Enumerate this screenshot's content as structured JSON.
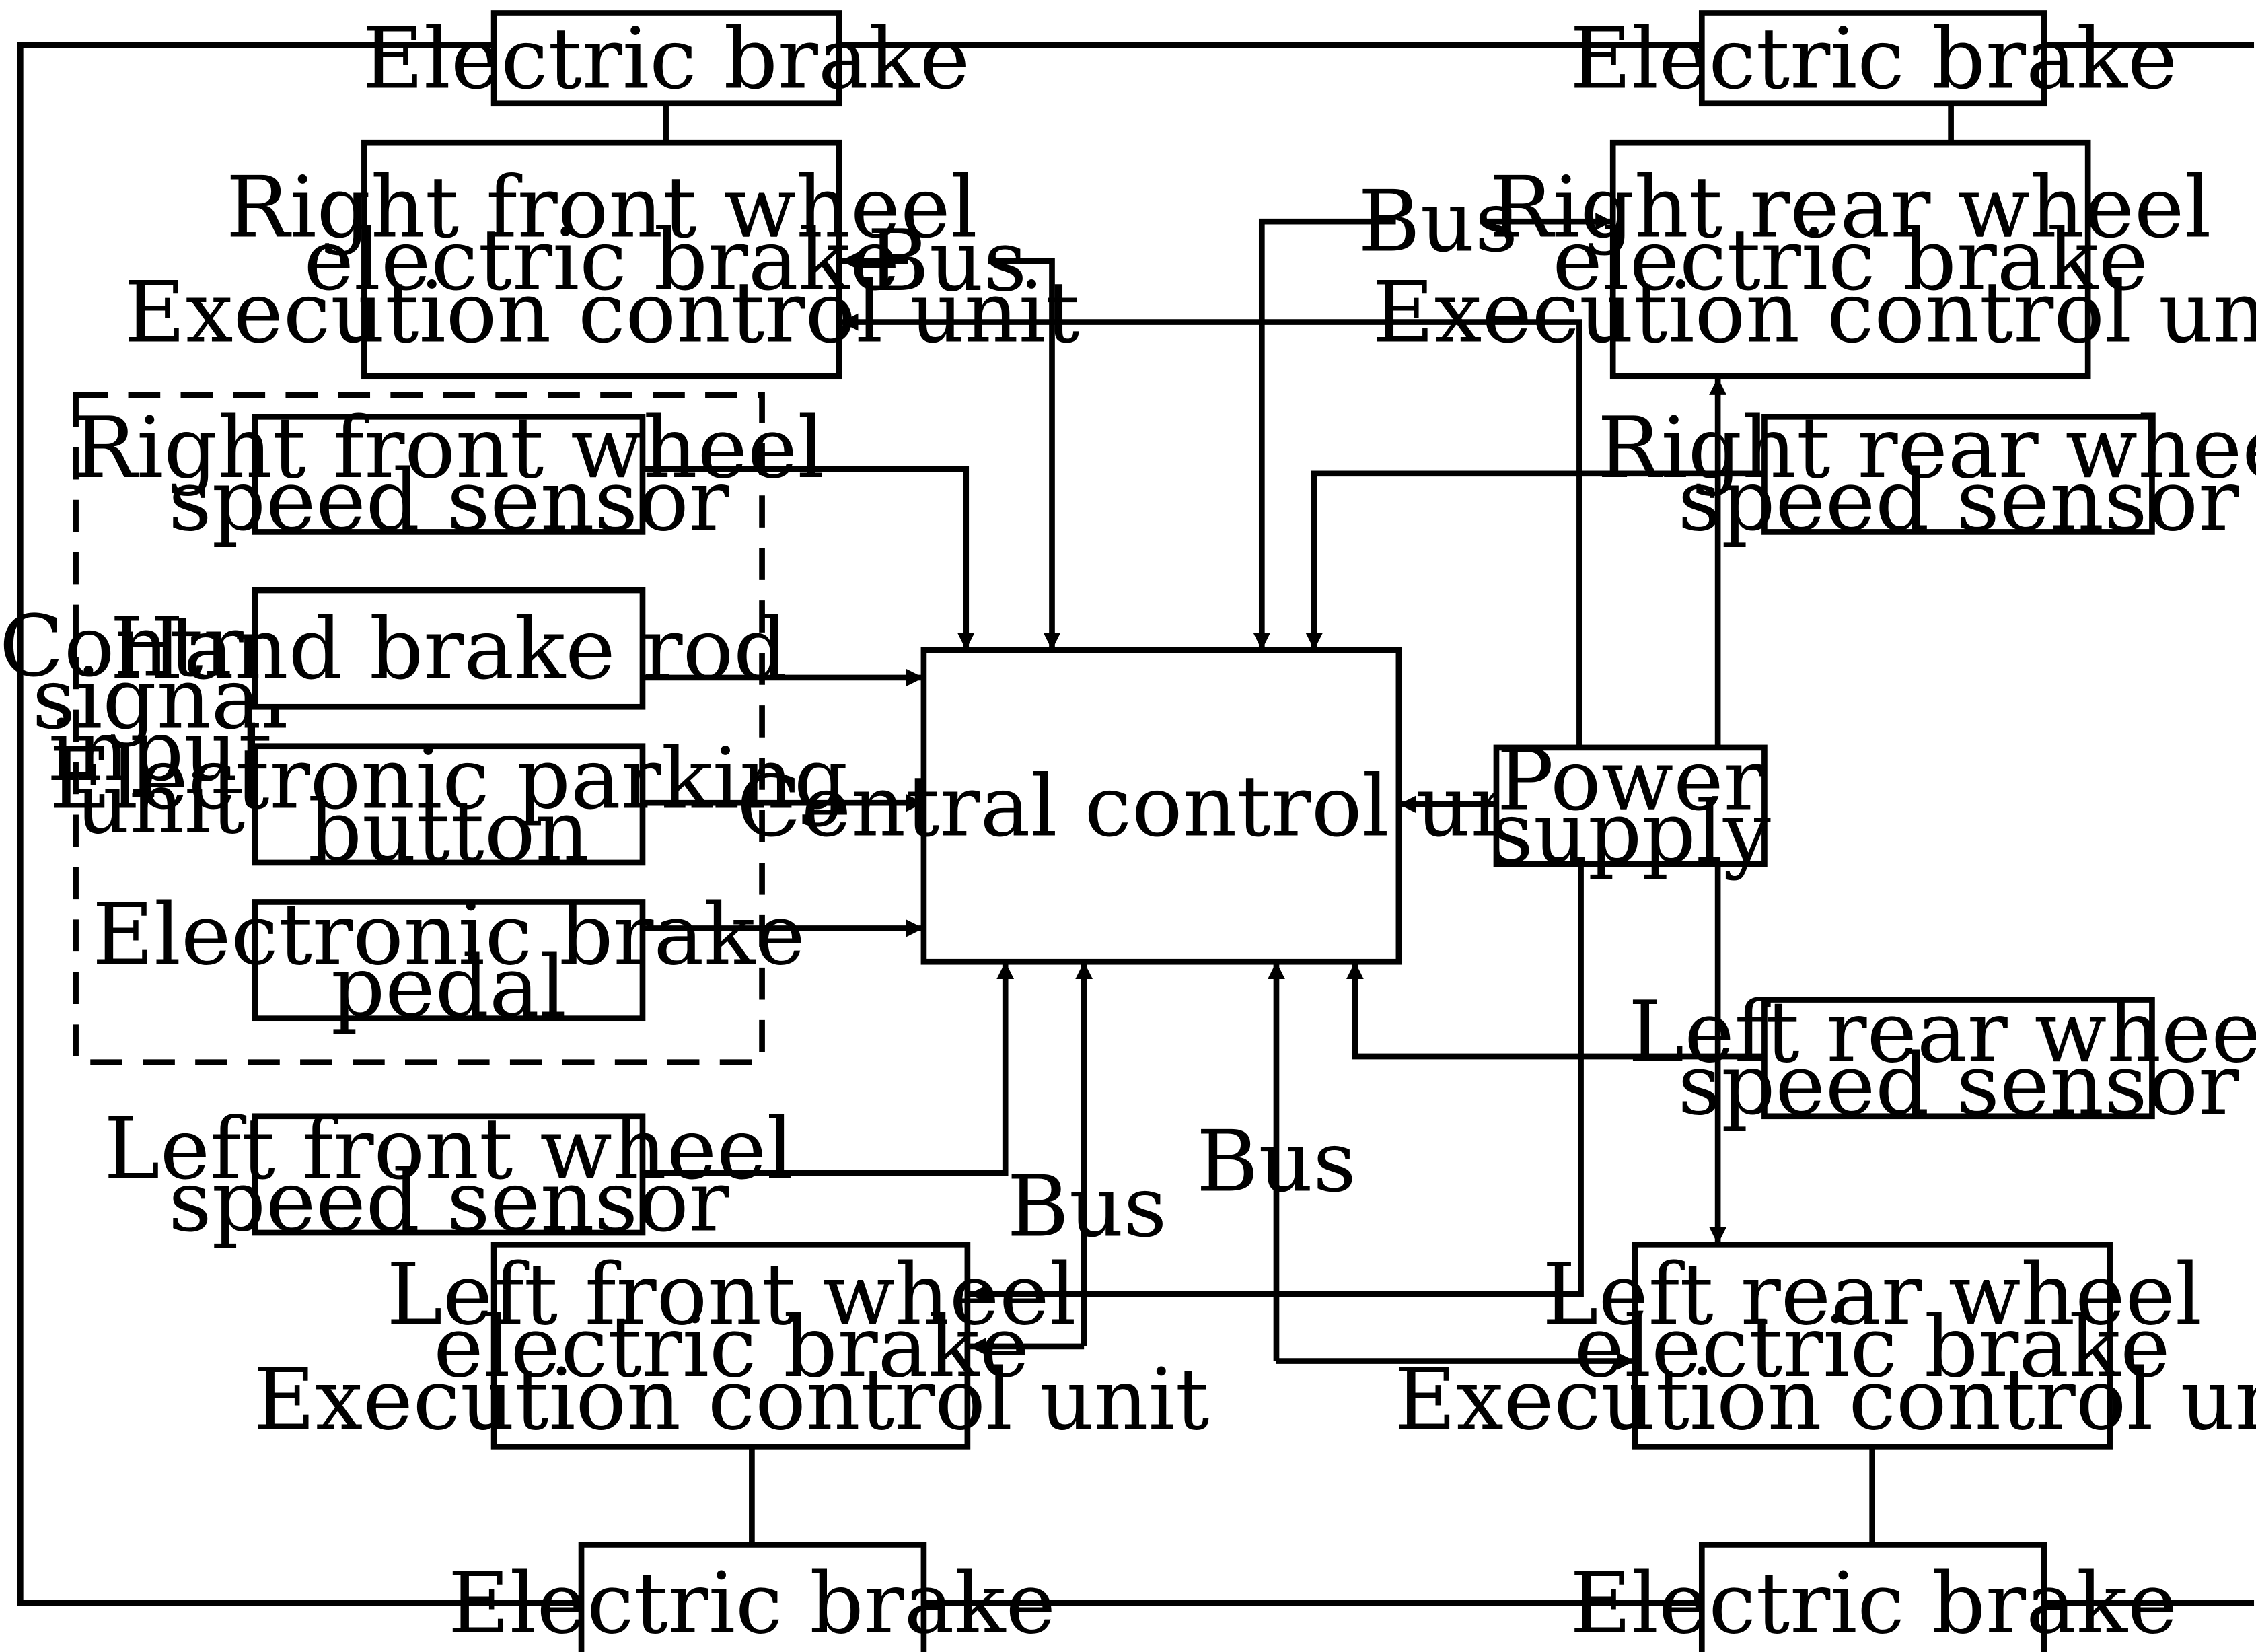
{
  "boxes": {
    "electric_brake_top_left": [
      "Electric brake"
    ],
    "electric_brake_top_right": [
      "Electric brake"
    ],
    "electric_brake_bottom_left": [
      "Electric brake"
    ],
    "electric_brake_bottom_right": [
      "Electric brake"
    ],
    "right_front_ecu": [
      "Right front wheel",
      "electric brake",
      "Execution control unit"
    ],
    "right_rear_ecu": [
      "Right rear wheel",
      "electric brake",
      "Execution control unit"
    ],
    "left_front_ecu": [
      "Left front wheel",
      "electric brake",
      "Execution control unit"
    ],
    "left_rear_ecu": [
      "Left rear wheel",
      "electric brake",
      "Execution control unit"
    ],
    "right_front_speed_sensor": [
      "Right front wheel",
      "speed sensor"
    ],
    "right_rear_speed_sensor": [
      "Right rear wheel",
      "speed sensor"
    ],
    "left_front_speed_sensor": [
      "Left front wheel",
      "speed sensor"
    ],
    "left_rear_speed_sensor": [
      "Left rear wheel",
      "speed sensor"
    ],
    "hand_brake_rod": [
      "Hand brake rod"
    ],
    "electronic_parking_button": [
      "Electronic parking",
      "button"
    ],
    "electronic_brake_pedal": [
      "Electronic brake",
      "pedal"
    ],
    "central_control_unit": [
      "Central control unit"
    ],
    "power_supply": [
      "Power",
      "supply"
    ]
  },
  "group_label": [
    "Control",
    "signal",
    "input",
    "unit"
  ],
  "bus_labels": {
    "top_left": "Bus",
    "top_right": "Bus",
    "bottom_left": "Bus",
    "bottom_right": "Bus"
  }
}
